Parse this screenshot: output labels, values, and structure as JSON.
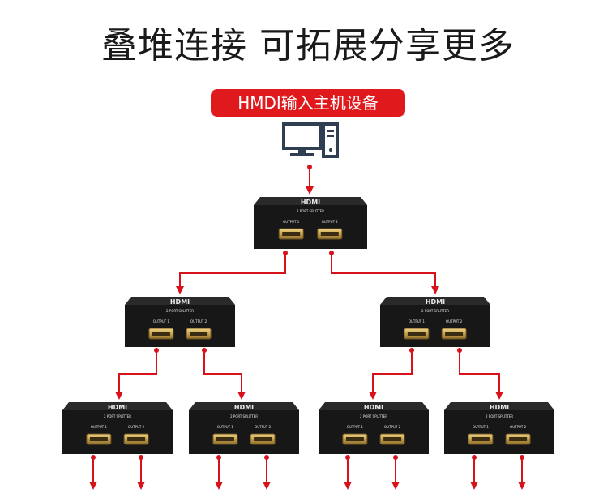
{
  "title": "叠堆连接 可拓展分享更多",
  "badge": "HMDI输入主机设备",
  "device": {
    "brand": "HDMI",
    "subtitle": "2 PORT SPLITTER",
    "port1": "OUTPUT 1",
    "port2": "OUTPUT 2"
  },
  "colors": {
    "arrow": "#d8121b",
    "badge": "#e0191d",
    "device_body": "#171717",
    "port_gold": "#c9a34f",
    "computer": "#2f3e50"
  },
  "icons": [
    "computer-icon"
  ],
  "tiers": [
    1,
    2,
    4
  ]
}
